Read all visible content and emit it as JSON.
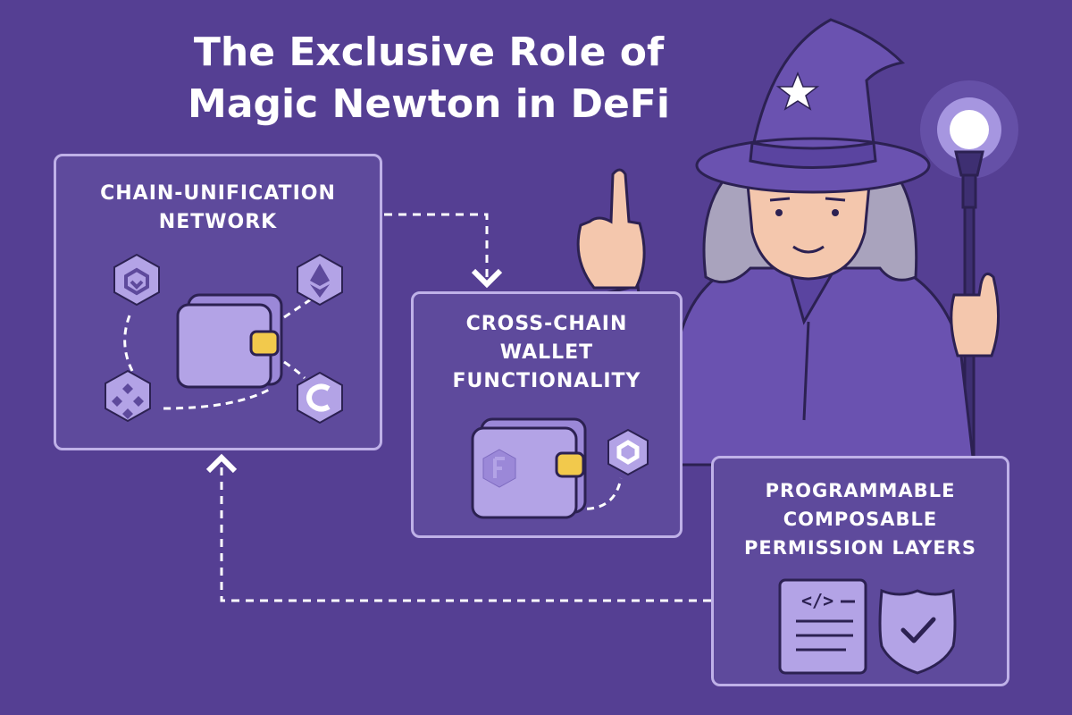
{
  "title": {
    "line1": "The Exclusive Role of",
    "line2": "Magic Newton in DeFi"
  },
  "panels": [
    {
      "lines": [
        "CHAIN-UNIFICATION",
        "NETWORK"
      ]
    },
    {
      "lines": [
        "CROSS-CHAIN",
        "WALLET",
        "FUNCTIONALITY"
      ]
    },
    {
      "lines": [
        "PROGRAMMABLE",
        "COMPOSABLE",
        "PERMISSION LAYERS"
      ]
    }
  ],
  "code_glyph": "</>",
  "colors": {
    "background": "#553f93",
    "panel": "#5e4a9c",
    "panel_border": "#bfb1e8",
    "icon": "#b3a3e6",
    "wallet_clasp": "#f2c94c",
    "skin": "#f4c7ad",
    "hair": "#a9a3bd",
    "robe": "#6a52b0",
    "staff_glow": "#ffffff"
  }
}
